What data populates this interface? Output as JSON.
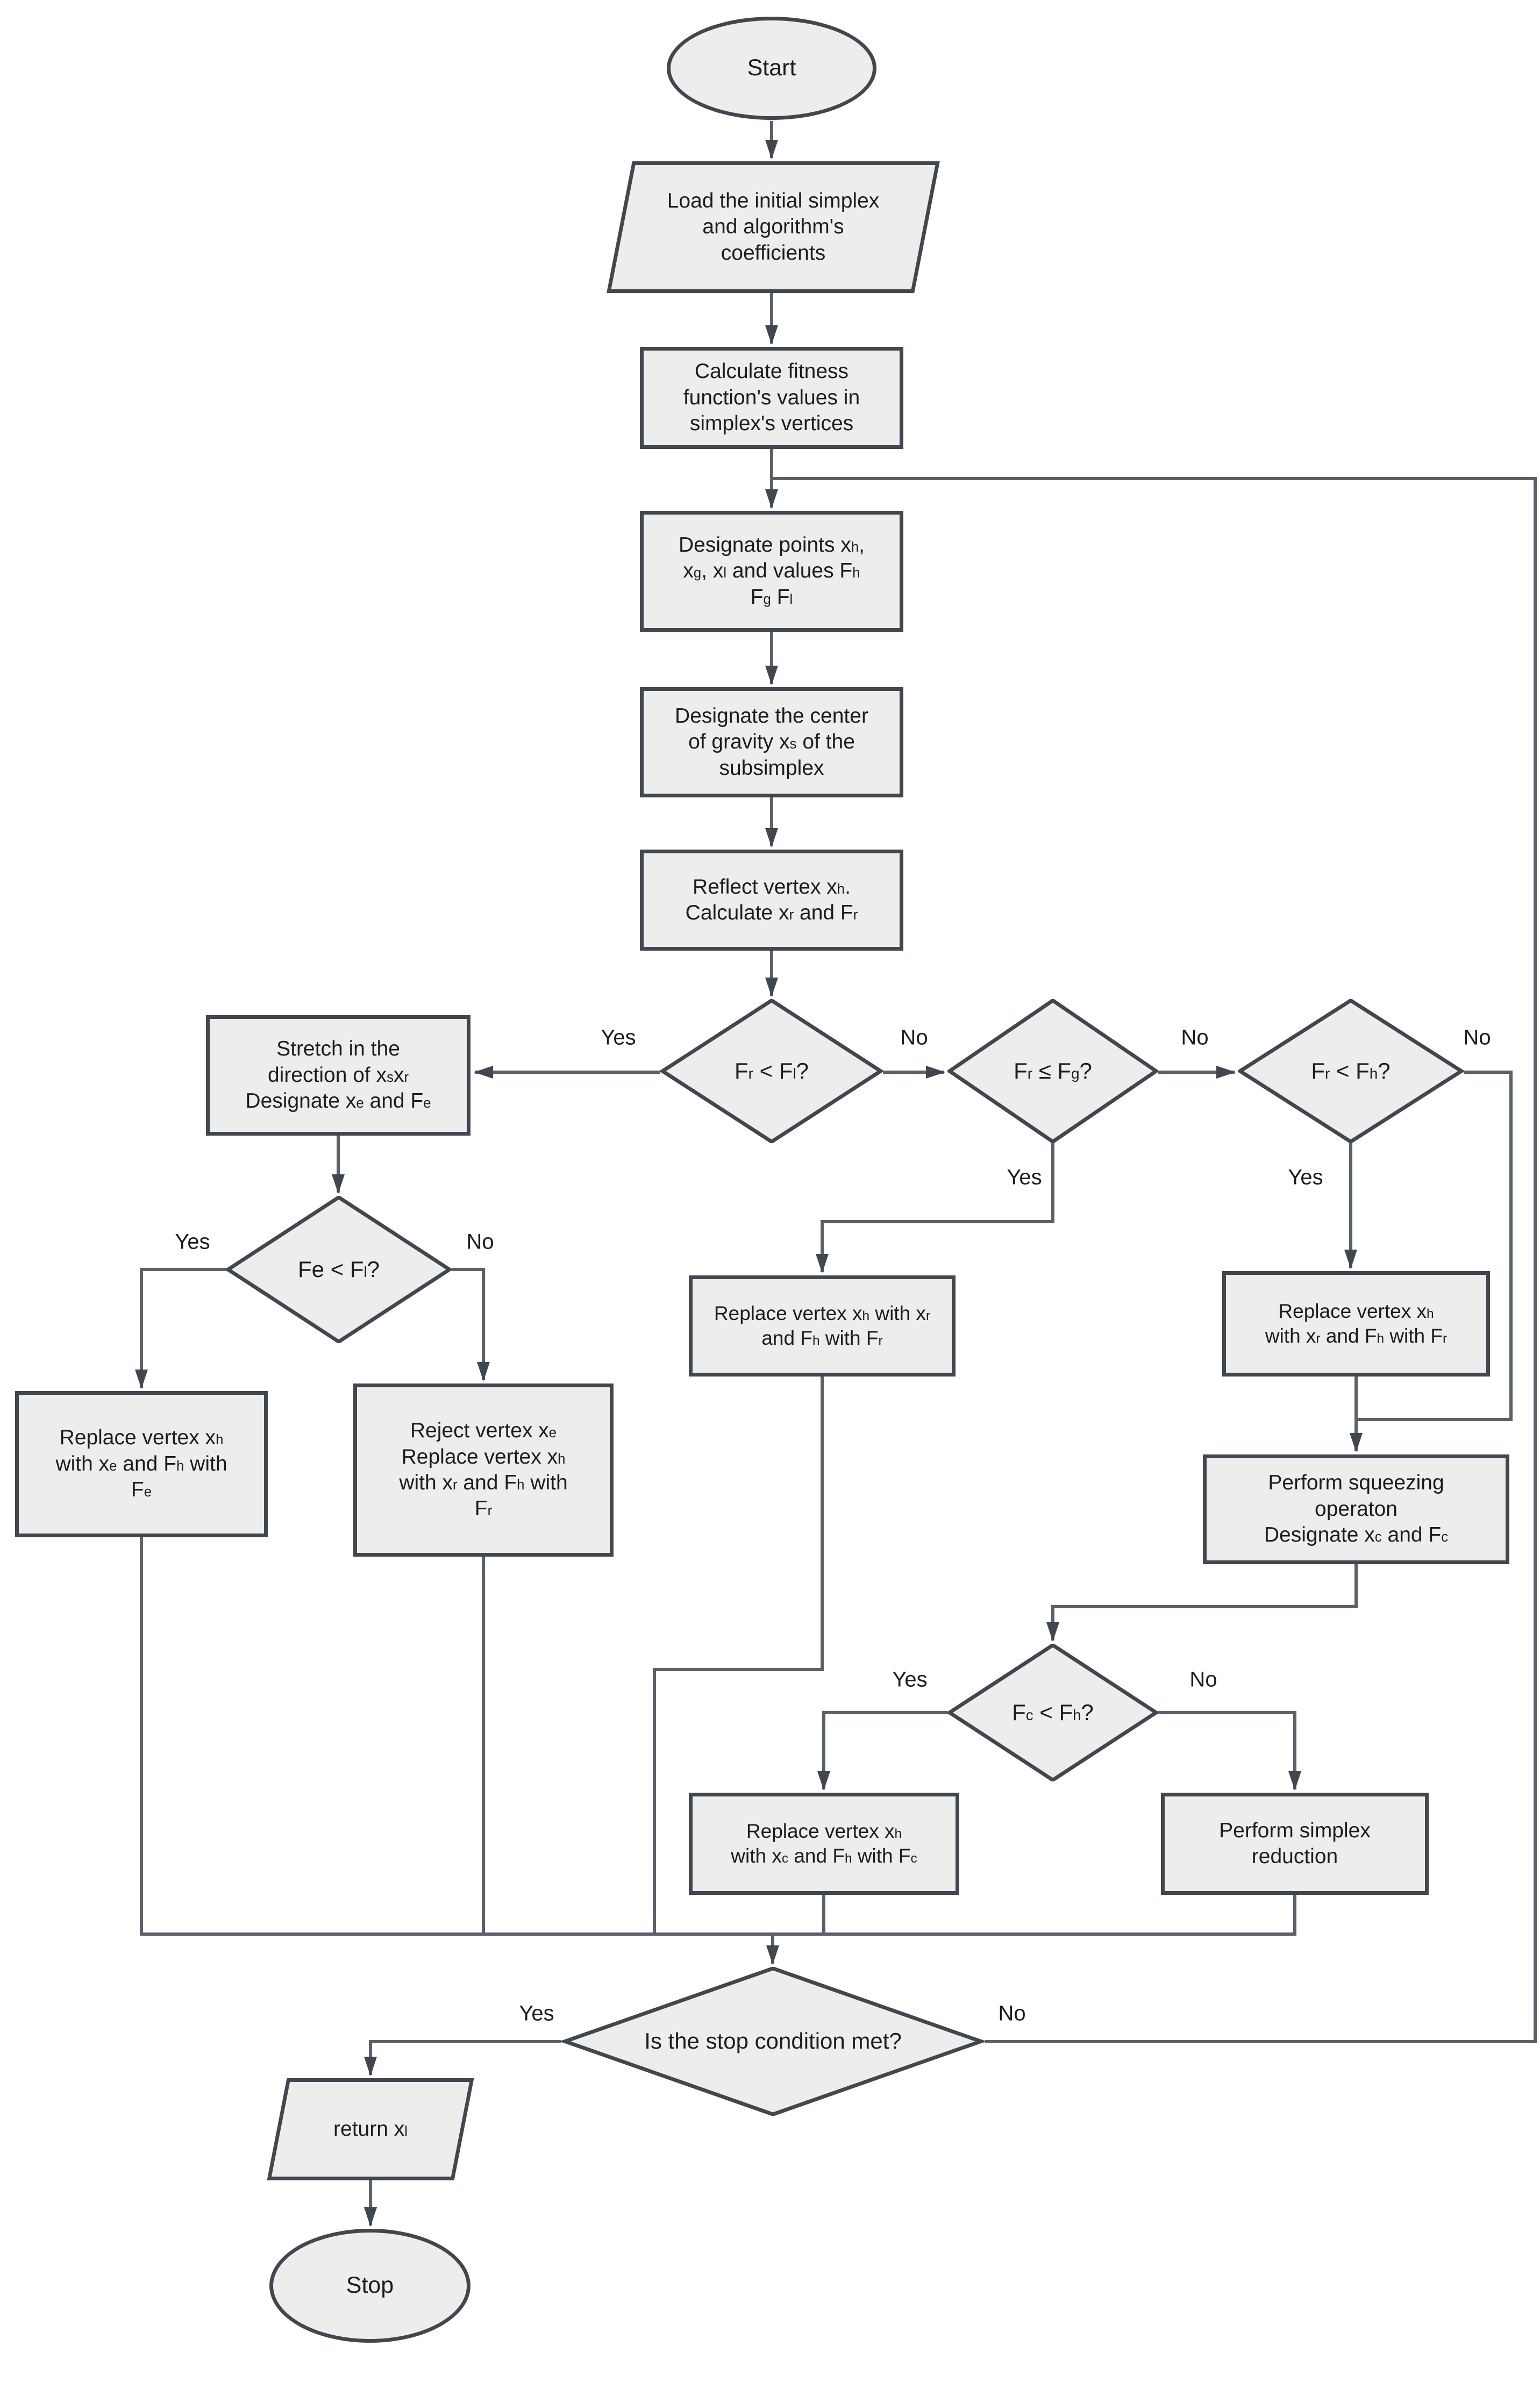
{
  "diagram": {
    "type": "flowchart",
    "subject": "Nelder-Mead simplex optimization algorithm",
    "colors": {
      "background": "#ffffff",
      "node_fill": "#ededed",
      "node_border": "#40474e",
      "connector": "#5b6167",
      "text": "#1c1c1c"
    },
    "labels": {
      "yes": "Yes",
      "no": "No"
    },
    "nodes": {
      "start": {
        "shape": "ellipse",
        "label": "Start"
      },
      "load": {
        "shape": "parallelogram",
        "label": "Load the initial simplex\nand algorithm's\ncoefficients"
      },
      "calc_fitness": {
        "shape": "process",
        "label": "Calculate fitness\nfunction's values in\nsimplex's vertices"
      },
      "designate_points": {
        "shape": "process",
        "label": "Designate points x_h,\nx_g, x_l and values F_h\nF_g F_l"
      },
      "center_gravity": {
        "shape": "process",
        "label": "Designate the center\nof gravity x_s of the\nsubsimplex"
      },
      "reflect": {
        "shape": "process",
        "label": "Reflect vertex x_h.\nCalculate x_r and F_r"
      },
      "decision_fr_fl": {
        "shape": "decision",
        "label": "F_r < F_l?"
      },
      "stretch": {
        "shape": "process",
        "label": "Stretch in the\ndirection of x_sx_r\nDesignate x_e and F_e"
      },
      "decision_fe_fl": {
        "shape": "decision",
        "label": "Fe < F_l?"
      },
      "replace_xe": {
        "shape": "process",
        "label": "Replace vertex x_h\nwith x_e and F_h with\nF_e"
      },
      "reject_xe": {
        "shape": "process",
        "label": "Reject vertex x_e\nReplace vertex x_h\nwith x_r and F_h with\nF_r"
      },
      "decision_fr_fg": {
        "shape": "decision",
        "label": "F_r ≤ F_g?"
      },
      "replace_xr_mid": {
        "shape": "process",
        "label": "Replace vertex x_h with x_r\nand F_h with F_r"
      },
      "decision_fr_fh": {
        "shape": "decision",
        "label": "F_r < F_h?"
      },
      "replace_xr_right": {
        "shape": "process",
        "label": "Replace vertex x_h\nwith x_r and F_h with F_r"
      },
      "squeeze": {
        "shape": "process",
        "label": "Perform squeezing\noperaton\nDesignate x_c and F_c"
      },
      "decision_fc_fh": {
        "shape": "decision",
        "label": "F_c < F_h?"
      },
      "replace_xc": {
        "shape": "process",
        "label": "Replace vertex x_h\nwith x_c and F_h with F_c"
      },
      "reduction": {
        "shape": "process",
        "label": "Perform simplex\nreduction"
      },
      "decision_stop": {
        "shape": "decision",
        "label": "Is the stop condition met?"
      },
      "return_xl": {
        "shape": "parallelogram",
        "label": "return x_l"
      },
      "stop": {
        "shape": "ellipse",
        "label": "Stop"
      }
    }
  }
}
